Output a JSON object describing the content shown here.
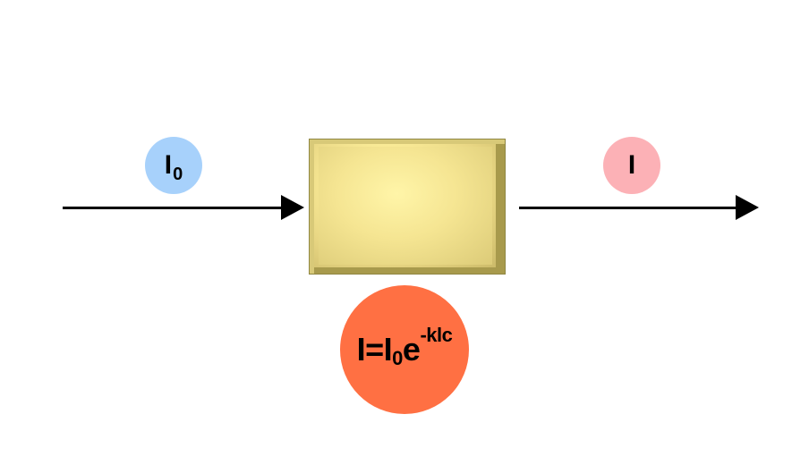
{
  "diagram": {
    "input_label": {
      "main": "I",
      "sub": "0",
      "color": "#a7d1fb"
    },
    "output_label": {
      "main": "I",
      "color": "#fcb1b6"
    },
    "sample_box": {
      "color": "#f3e38f"
    },
    "formula": {
      "lhs": "I=I",
      "sub": "0",
      "base": "e",
      "exponent": "-klc",
      "color": "#ff7043"
    }
  }
}
